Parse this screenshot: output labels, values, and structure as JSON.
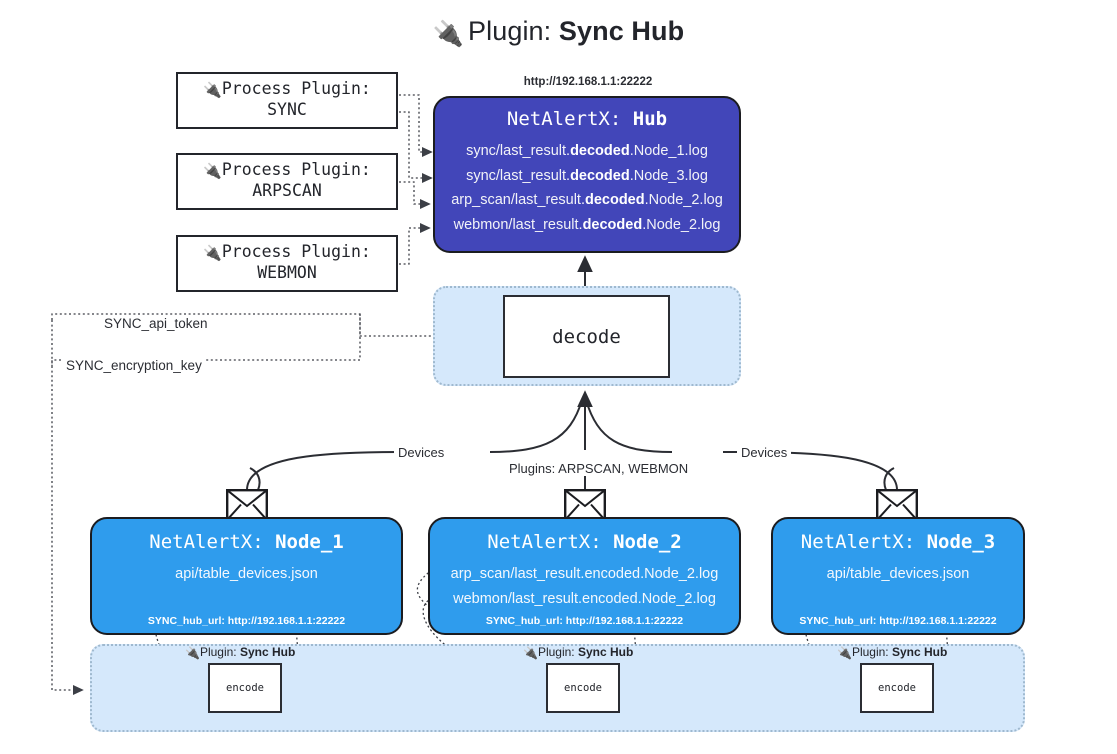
{
  "title": {
    "icon": "plug-icon",
    "glyph": "🔌",
    "prefix": "Plugin:",
    "name": "Sync Hub"
  },
  "process_plugins": [
    {
      "icon": "plug-icon",
      "glyph": "🔌",
      "heading": "Process Plugin:",
      "name": "SYNC"
    },
    {
      "icon": "plug-icon",
      "glyph": "🔌",
      "heading": "Process Plugin:",
      "name": "ARPSCAN"
    },
    {
      "icon": "plug-icon",
      "glyph": "🔌",
      "heading": "Process Plugin:",
      "name": "WEBMON"
    }
  ],
  "hub": {
    "url": "http://192.168.1.1:22222",
    "title_prefix": "NetAlertX:",
    "title_name": "Hub",
    "lines": [
      {
        "pre": "sync/last_result.",
        "em": "decoded",
        "post": ".Node_1.log"
      },
      {
        "pre": "sync/last_result.",
        "em": "decoded",
        "post": ".Node_3.log"
      },
      {
        "pre": "arp_scan/last_result.",
        "em": "decoded",
        "post": ".Node_2.log"
      },
      {
        "pre": "webmon/last_result.",
        "em": "decoded",
        "post": ".Node_2.log"
      }
    ]
  },
  "decode": {
    "label": "decode"
  },
  "keys": [
    {
      "label": "SYNC_api_token"
    },
    {
      "label": "SYNC_encryption_key"
    }
  ],
  "edge_labels": {
    "left": "Devices",
    "center": "Plugins: ARPSCAN, WEBMON",
    "right": "Devices"
  },
  "nodes": [
    {
      "icon": "envelope-icon",
      "title_prefix": "NetAlertX:",
      "title_name": "Node_1",
      "lines": [
        "api/table_devices.json"
      ],
      "footer": "SYNC_hub_url: http://192.168.1.1:22222"
    },
    {
      "icon": "envelope-icon",
      "title_prefix": "NetAlertX:",
      "title_name": "Node_2",
      "lines": [
        "arp_scan/last_result.encoded.Node_2.log",
        "webmon/last_result.encoded.Node_2.log"
      ],
      "footer": "SYNC_hub_url: http://192.168.1.1:22222"
    },
    {
      "icon": "envelope-icon",
      "title_prefix": "NetAlertX:",
      "title_name": "Node_3",
      "lines": [
        "api/table_devices.json"
      ],
      "footer": "SYNC_hub_url: http://192.168.1.1:22222"
    }
  ],
  "encoders": [
    {
      "icon": "plug-icon",
      "glyph": "🔌",
      "label_prefix": "Plugin:",
      "label_name": "Sync Hub",
      "box": "encode"
    },
    {
      "icon": "plug-icon",
      "glyph": "🔌",
      "label_prefix": "Plugin:",
      "label_name": "Sync Hub",
      "box": "encode"
    },
    {
      "icon": "plug-icon",
      "glyph": "🔌",
      "label_prefix": "Plugin:",
      "label_name": "Sync Hub",
      "box": "encode"
    }
  ],
  "colors": {
    "hub_fill": "#4246b9",
    "node_fill": "#2f9ced",
    "cluster_fill": "#d5e8fb",
    "stroke": "#1b1c20"
  }
}
